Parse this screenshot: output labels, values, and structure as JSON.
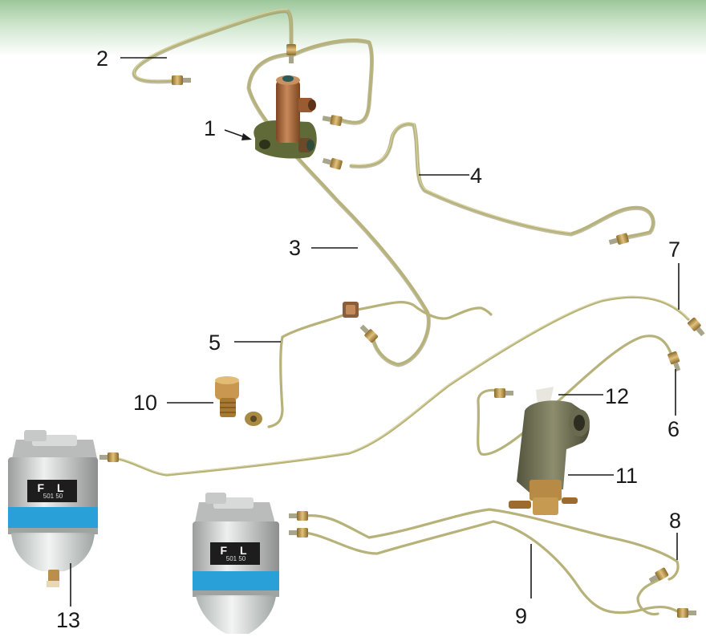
{
  "header": {
    "band_color": "#9cc79a"
  },
  "parts": [
    {
      "id": "1",
      "label": "1",
      "name": "injection-pump-fitting"
    },
    {
      "id": "2",
      "label": "2",
      "name": "fuel-pipe"
    },
    {
      "id": "3",
      "label": "3",
      "name": "fuel-pipe"
    },
    {
      "id": "4",
      "label": "4",
      "name": "fuel-pipe"
    },
    {
      "id": "5",
      "label": "5",
      "name": "fuel-pipe"
    },
    {
      "id": "6",
      "label": "6",
      "name": "fuel-pipe"
    },
    {
      "id": "7",
      "label": "7",
      "name": "fuel-pipe"
    },
    {
      "id": "8",
      "label": "8",
      "name": "fuel-pipe"
    },
    {
      "id": "9",
      "label": "9",
      "name": "fuel-pipe"
    },
    {
      "id": "10",
      "label": "10",
      "name": "banjo-bolt"
    },
    {
      "id": "11",
      "label": "11",
      "name": "fuel-tap"
    },
    {
      "id": "12",
      "label": "12",
      "name": "fuel-pipe"
    },
    {
      "id": "13",
      "label": "13",
      "name": "fuel-filter"
    }
  ],
  "filters": [
    {
      "brand_mark": "F L",
      "model_mark": "501 50",
      "band_text": ""
    },
    {
      "brand_mark": "F L",
      "model_mark": "501 50",
      "band_text": ""
    }
  ],
  "colors": {
    "pipe": "#b7b27a",
    "pipe_shadow": "#8c874f",
    "brass": "#c79a52",
    "pump_body": "#a86a3c",
    "tap_body": "#6f6f55",
    "filter_metal": "#c9cccb",
    "filter_label": "#2aa0d8"
  }
}
